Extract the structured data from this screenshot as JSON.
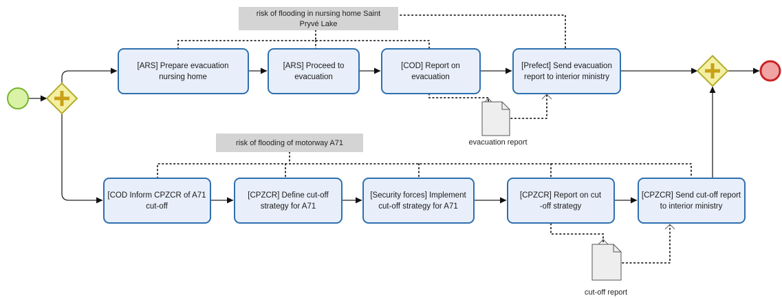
{
  "annotations": {
    "nursing_home_risk": {
      "line1": "risk of flooding in nursing home Saint",
      "line2": "Pryvé Lake"
    },
    "motorway_risk": {
      "line1": "risk of flooding  of motorway A71"
    }
  },
  "tasks": {
    "ars_prepare": {
      "line1": "[ARS] Prepare evacuation",
      "line2": "nursing home"
    },
    "ars_proceed": {
      "line1": "[ARS] Proceed to",
      "line2": "evacuation"
    },
    "cod_report": {
      "line1": "[COD] Report on",
      "line2": "evacuation"
    },
    "prefect_send": {
      "line1": "[Prefect] Send evacuation",
      "line2": "report to interior ministry"
    },
    "cod_inform": {
      "line1": "[COD Inform CPZCR of  A71",
      "line2": "cut-off"
    },
    "cpzcr_define": {
      "line1": "[CPZCR] Define cut-off",
      "line2": "strategy for A71"
    },
    "security_implement": {
      "line1": "[Security forces] Implement",
      "line2": "cut-off strategy for A71"
    },
    "cpzcr_report": {
      "line1": "[CPZCR] Report on cut",
      "line2": "-off strategy"
    },
    "cpzcr_send": {
      "line1": "[CPZCR] Send cut-off report",
      "line2": "to interior ministry"
    }
  },
  "documents": {
    "evacuation_report": {
      "label": "evacuation report"
    },
    "cutoff_report": {
      "label": "cut-off report"
    }
  },
  "colors": {
    "task_fill": "#e8effa",
    "task_stroke": "#2e6fb0",
    "start_fill": "#d9f2a6",
    "start_stroke": "#78b42c",
    "gateway_fill": "#f3f0a4",
    "gateway_stroke": "#b4ac2a",
    "end_fill": "#f0a4a4",
    "end_stroke": "#c22"
  }
}
